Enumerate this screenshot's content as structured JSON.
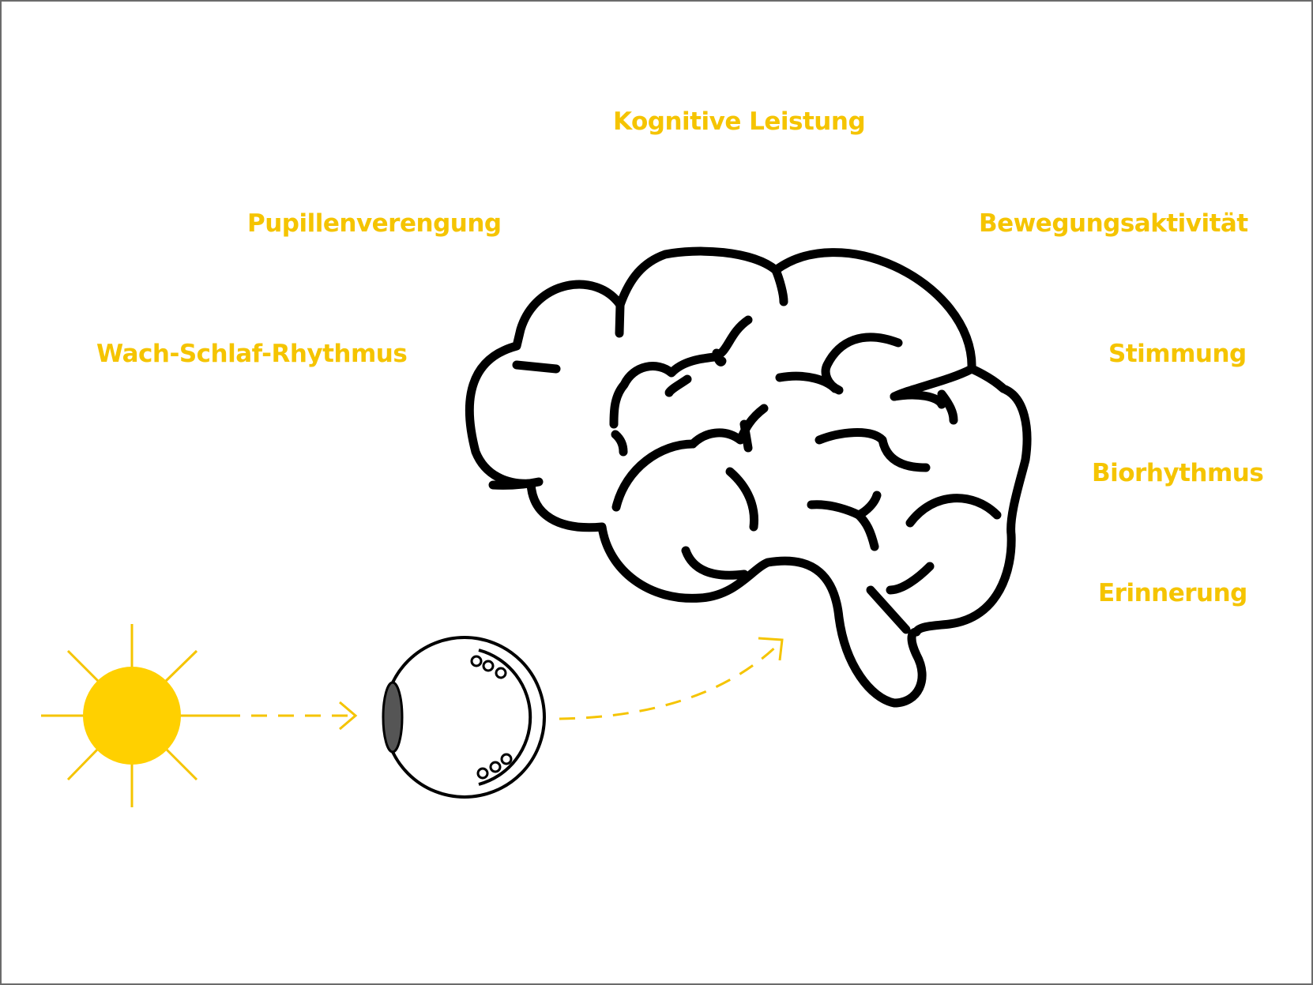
{
  "labels": {
    "kognitive_leistung": "Kognitive Leistung",
    "pupillenverengung": "Pupillenverengung",
    "bewegungsaktivitaet": "Bewegungsaktivität",
    "wach_schlaf_rhythmus": "Wach-Schlaf-Rhythmus",
    "stimmung": "Stimmung",
    "biorhythmus": "Biorhythmus",
    "erinnerung": "Erinnerung"
  },
  "colors": {
    "accent": "#f5c400",
    "sun": "#ffd000",
    "outline": "#000000",
    "iris": "#555555",
    "border": "#6b6b6b"
  },
  "icons": [
    "sun-icon",
    "eye-icon",
    "brain-icon"
  ]
}
